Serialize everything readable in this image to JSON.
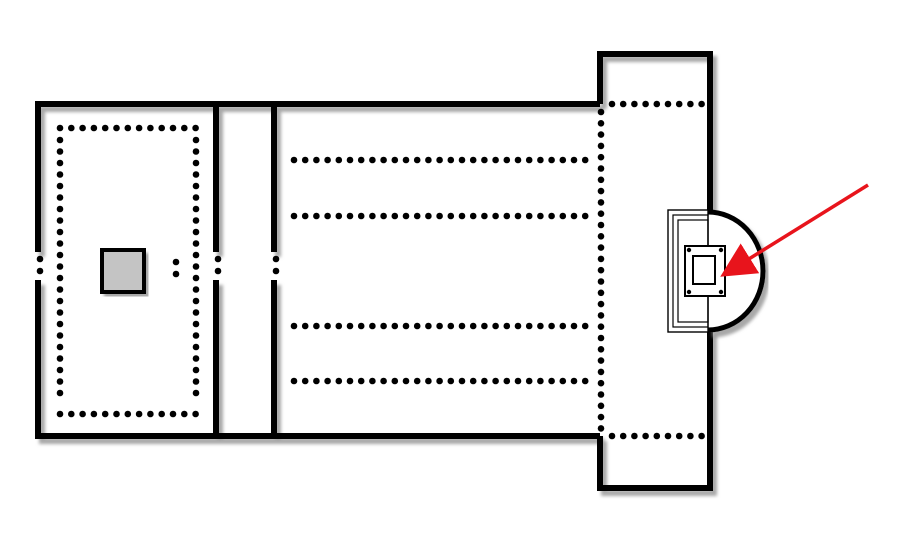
{
  "diagram": {
    "type": "architectural-floor-plan",
    "components": [
      "atrium",
      "altar",
      "narthex",
      "nave",
      "side-aisles",
      "transept",
      "apse",
      "high-altar"
    ],
    "colors": {
      "wall": "#000000",
      "shadow": "#9a9a9a",
      "background": "#ffffff",
      "altar_fill": "#c4c4c4",
      "arrow": "#e8141c"
    },
    "arrow_target": "high-altar-in-apse"
  }
}
